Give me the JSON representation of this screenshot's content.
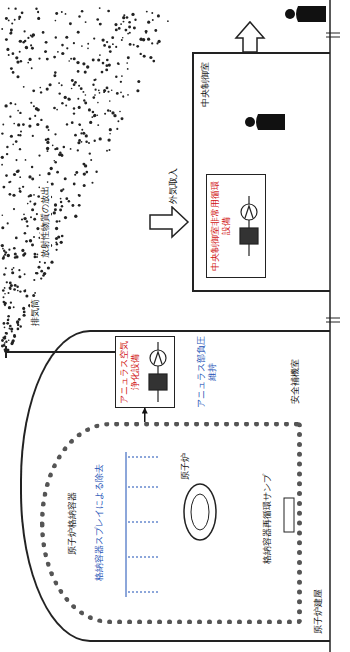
{
  "diagram": {
    "nodes": [
      {
        "text": [
          "原子炉建屋"
        ]
      },
      {
        "text": [
          "原子炉格納容器"
        ],
        "in": 0
      },
      {
        "text": [
          "アニュラス空気浄化設備"
        ],
        "in": 0
      },
      {
        "text": [
          "中央制御室"
        ]
      },
      {
        "text": [
          "中央制御室非常用循環設備"
        ],
        "in": 3
      }
    ],
    "edges": [
      {
        "from": 1,
        "to": 2,
        "arrow": "to"
      }
    ],
    "labels": [
      "放射性物質の放出",
      "排気筒",
      "格納容器スプレイによる除去",
      "原子炉",
      "格納容器再循環サンプ",
      "アニュラス部負圧維持",
      "安全補機室",
      "外気取入"
    ]
  }
}
